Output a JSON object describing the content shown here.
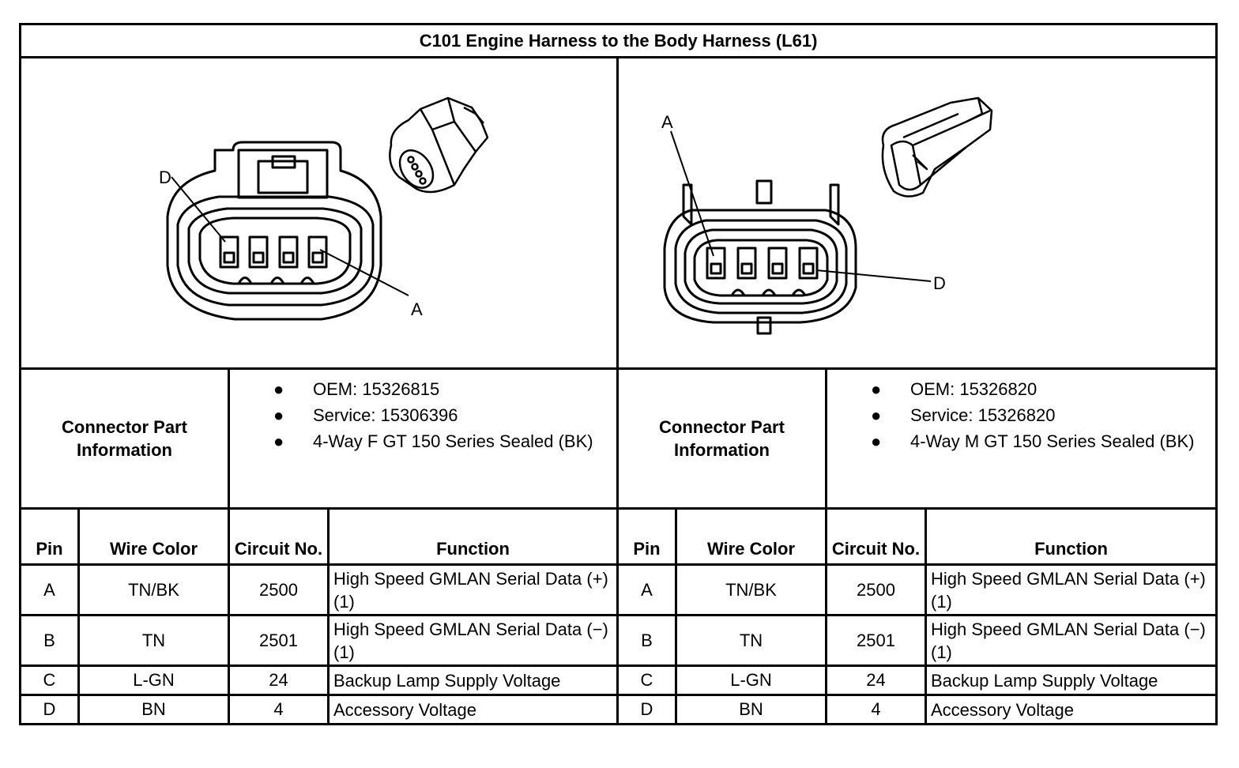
{
  "title": "C101 Engine Harness to the Body Harness (L61)",
  "connectors": [
    {
      "figure_labels": {
        "top": "D",
        "bottom": "A"
      },
      "info_label": "Connector Part Information",
      "info_items": [
        "OEM: 15326815",
        "Service: 15306396",
        "4-Way F GT 150 Series Sealed (BK)"
      ],
      "headers": {
        "pin": "Pin",
        "wire_color": "Wire Color",
        "circuit": "Circuit No.",
        "function": "Function"
      },
      "rows": [
        {
          "pin": "A",
          "wire_color": "TN/BK",
          "circuit": "2500",
          "function": "High Speed GMLAN Serial Data (+) (1)"
        },
        {
          "pin": "B",
          "wire_color": "TN",
          "circuit": "2501",
          "function": "High Speed GMLAN Serial Data (−) (1)"
        },
        {
          "pin": "C",
          "wire_color": "L-GN",
          "circuit": "24",
          "function": "Backup Lamp Supply Voltage"
        },
        {
          "pin": "D",
          "wire_color": "BN",
          "circuit": "4",
          "function": "Accessory Voltage"
        }
      ]
    },
    {
      "figure_labels": {
        "top": "A",
        "bottom": "D"
      },
      "info_label": "Connector Part Information",
      "info_items": [
        "OEM: 15326820",
        "Service: 15326820",
        "4-Way M GT 150 Series Sealed (BK)"
      ],
      "headers": {
        "pin": "Pin",
        "wire_color": "Wire Color",
        "circuit": "Circuit No.",
        "function": "Function"
      },
      "rows": [
        {
          "pin": "A",
          "wire_color": "TN/BK",
          "circuit": "2500",
          "function": "High Speed GMLAN Serial Data (+) (1)"
        },
        {
          "pin": "B",
          "wire_color": "TN",
          "circuit": "2501",
          "function": "High Speed GMLAN Serial Data (−) (1)"
        },
        {
          "pin": "C",
          "wire_color": "L-GN",
          "circuit": "24",
          "function": "Backup Lamp Supply Voltage"
        },
        {
          "pin": "D",
          "wire_color": "BN",
          "circuit": "4",
          "function": "Accessory Voltage"
        }
      ]
    }
  ],
  "bullet_glyph": "●",
  "line_color": "#000000",
  "background": "#ffffff"
}
